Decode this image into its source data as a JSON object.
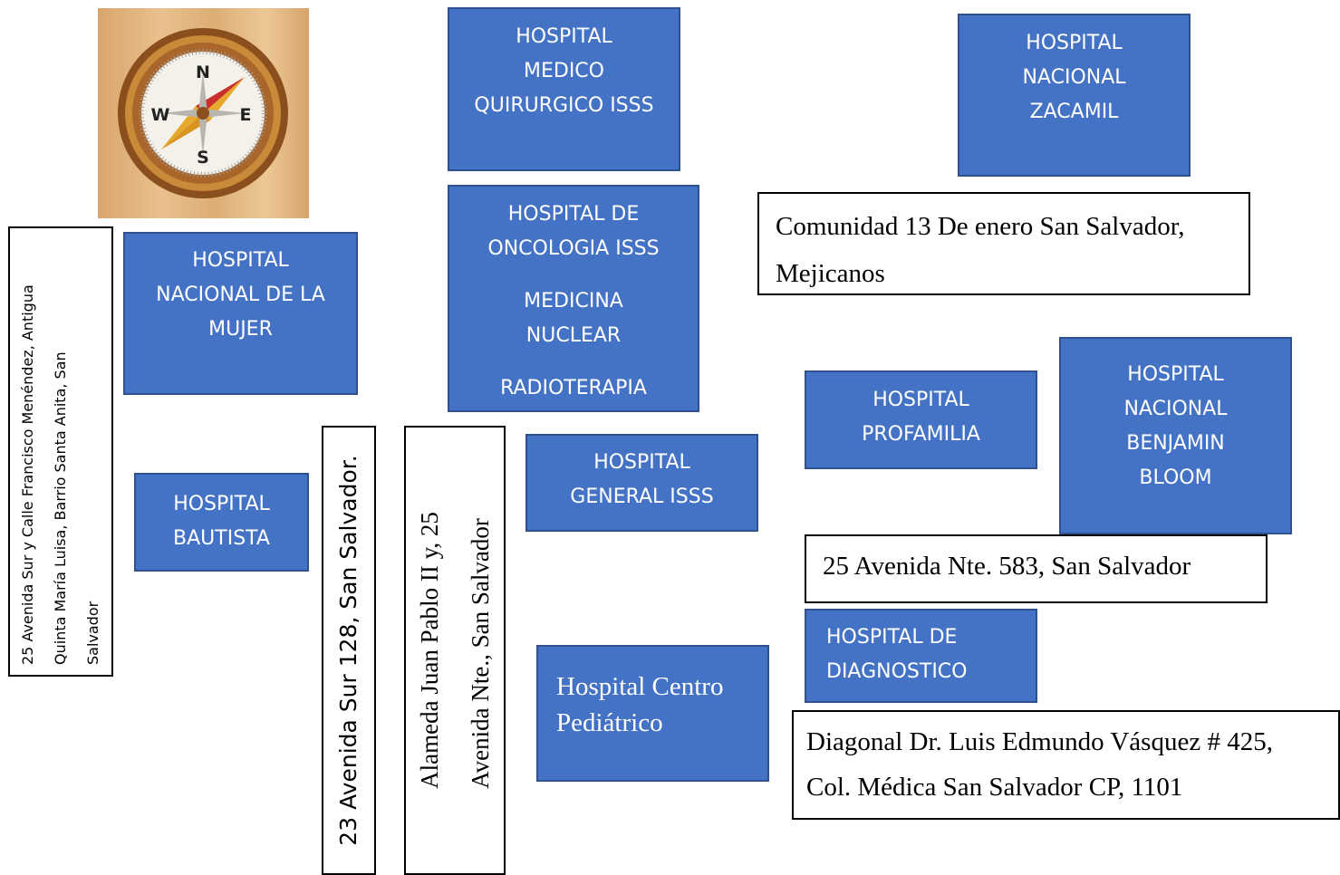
{
  "compass": {
    "north": "N",
    "south": "S",
    "east": "E",
    "west": "W"
  },
  "hospitals": {
    "medico_quirurgico": [
      "HOSPITAL",
      "MEDICO",
      "QUIRURGICO ISSS"
    ],
    "zacamil": [
      "HOSPITAL",
      "NACIONAL",
      "ZACAMIL"
    ],
    "oncologia": [
      "HOSPITAL DE",
      "ONCOLOGIA ISSS",
      "MEDICINA",
      "NUCLEAR",
      "RADIOTERAPIA"
    ],
    "mujer": [
      "HOSPITAL",
      "NACIONAL DE LA",
      "MUJER"
    ],
    "profamilia": [
      "HOSPITAL",
      "PROFAMILIA"
    ],
    "benjamin_bloom": [
      "HOSPITAL",
      "NACIONAL",
      "BENJAMIN",
      "BLOOM"
    ],
    "general_isss": [
      "HOSPITAL",
      "GENERAL ISSS"
    ],
    "bautista": [
      "HOSPITAL",
      "BAUTISTA"
    ],
    "diagnostico": [
      "HOSPITAL DE",
      "DIAGNOSTICO"
    ],
    "centro_pediatrico": [
      "Hospital Centro",
      "Pediátrico"
    ]
  },
  "addresses": {
    "zacamil": [
      "Comunidad 13 De enero San Salvador,",
      "Mejicanos"
    ],
    "bloom": "25 Avenida Nte. 583, San Salvador",
    "diagnostico": [
      "Diagonal Dr. Luis Edmundo Vásquez # 425,",
      "Col. Médica San Salvador CP, 1101"
    ],
    "mujer": [
      "25 Avenida Sur y Calle Francisco Menéndez, Antigua",
      "Quinta María Luisa, Barrio Santa Anita, San",
      "Salvador"
    ],
    "bautista": "23 Avenida Sur 128, San Salvador.",
    "general": [
      "Alameda Juan Pablo II y, 25",
      "Avenida Nte., San Salvador"
    ]
  }
}
